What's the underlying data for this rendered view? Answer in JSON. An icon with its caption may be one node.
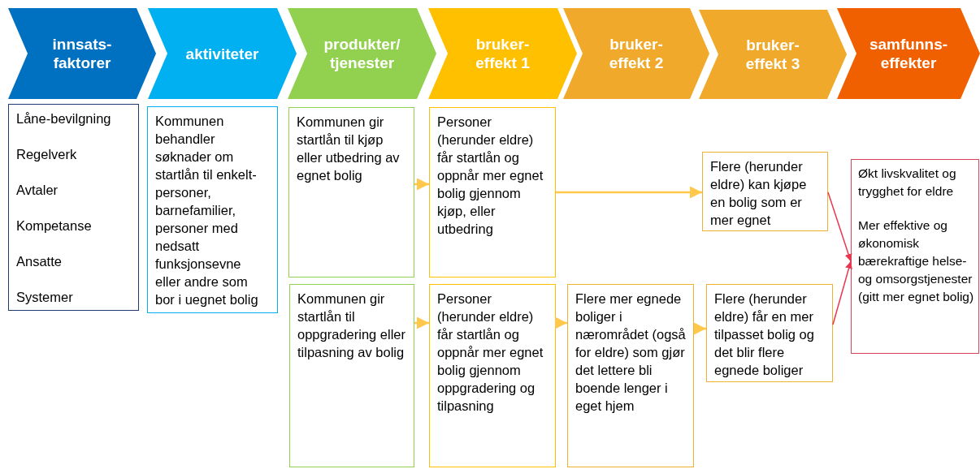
{
  "diagram": {
    "nodes": [
      {
        "text": [
          "innsats-faktorer"
        ]
      },
      {
        "text": [
          "aktiviteter"
        ]
      },
      {
        "text": [
          "produkter/ tjenester"
        ]
      },
      {
        "text": [
          "bruker-effekt 1"
        ]
      },
      {
        "text": [
          "bruker-effekt 2"
        ]
      },
      {
        "text": [
          "bruker-effekt 3"
        ]
      },
      {
        "text": [
          "samfunns-effekter"
        ]
      },
      {
        "text": [
          "Låne-bevilgning",
          "Regelverk",
          "Avtaler",
          "Kompetanse",
          "Ansatte",
          "Systemer"
        ]
      },
      {
        "text": [
          "Kommunen behandler søknader om startlån til enkelt-personer, barnefamilier, personer med nedsatt funksjonsevne eller andre som bor i uegnet bolig"
        ]
      },
      {
        "text": [
          "Kommunen gir startlån til kjøp eller utbedring av egnet bolig"
        ]
      },
      {
        "text": [
          "Personer (herunder eldre) får startlån og oppnår mer egnet bolig gjennom kjøp, eller utbedring"
        ]
      },
      {
        "text": [
          "Flere (herunder eldre) kan kjøpe en bolig som er mer egnet"
        ]
      },
      {
        "text": [
          "Økt livskvalitet og trygghet for eldre",
          "Mer effektive og økonomisk bærekraftige helse- og omsorgstjenester (gitt mer egnet bolig)"
        ]
      },
      {
        "text": [
          "Kommunen gir startlån til oppgradering eller tilpasning av bolig"
        ]
      },
      {
        "text": [
          "Personer (herunder eldre) får startlån og oppnår mer egnet bolig gjennom oppgradering og tilpasning"
        ]
      },
      {
        "text": [
          "Flere mer egnede boliger i nærområdet (også for eldre) som gjør det lettere bli boende lenger i eget hjem"
        ]
      },
      {
        "text": [
          "Flere (herunder eldre) får en mer tilpasset bolig og det blir flere egnede boliger"
        ]
      }
    ],
    "edges": [
      {
        "from": 9,
        "to": 10,
        "arrow": "to"
      },
      {
        "from": 13,
        "to": 14,
        "arrow": "to"
      },
      {
        "from": 10,
        "to": 11,
        "arrow": "to"
      },
      {
        "from": 14,
        "to": 15,
        "arrow": "to"
      },
      {
        "from": 15,
        "to": 16,
        "arrow": "to"
      },
      {
        "from": 11,
        "to": 12,
        "arrow": "to",
        "color": "#e8384f"
      },
      {
        "from": 16,
        "to": 12,
        "arrow": "to",
        "color": "#e8384f"
      }
    ]
  }
}
